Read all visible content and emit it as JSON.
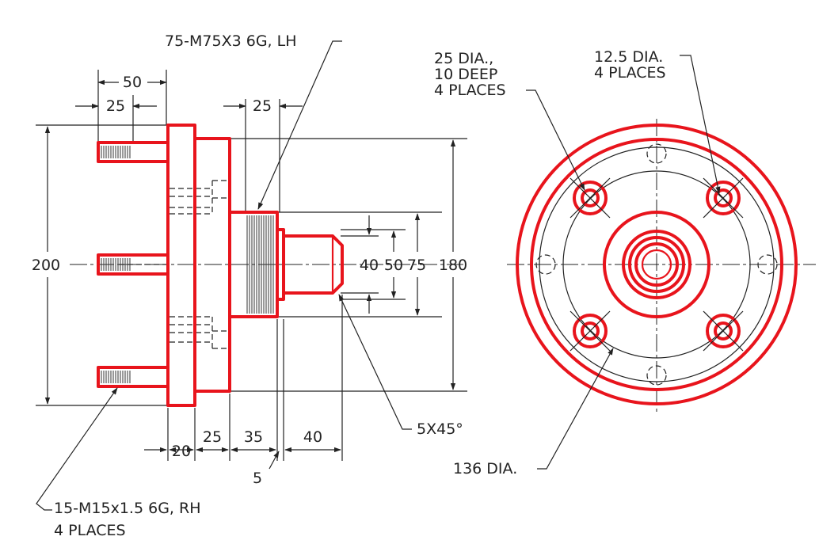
{
  "colors": {
    "object_line": "#e8141c",
    "dimension_line": "#222222",
    "background": "#ffffff"
  },
  "front_view": {
    "callouts": {
      "outer_thread": "75-M75X3 6G, LH",
      "chamfer": "5X45°",
      "stud_thread_line1": "15-M15x1.5 6G, RH",
      "stud_thread_line2": "4 PLACES"
    },
    "dimensions": {
      "stud_span": "50",
      "stud_thread_length": "25",
      "thread_length": "25",
      "overall_height": "200",
      "pilot_dia": "40",
      "neck_dia": "50",
      "thread_dia": "75",
      "hub_dia": "180",
      "flange_thk": "20",
      "hub_len": "25",
      "thread_len": "35",
      "pilot_len": "40",
      "groove": "5"
    }
  },
  "end_view": {
    "callouts": {
      "bore_line1": "25 DIA.,",
      "bore_line2": "10 DEEP",
      "bore_line3": "4 PLACES",
      "hole_line1": "12.5 DIA.",
      "hole_line2": "4 PLACES",
      "bolt_circle": "136 DIA."
    }
  }
}
